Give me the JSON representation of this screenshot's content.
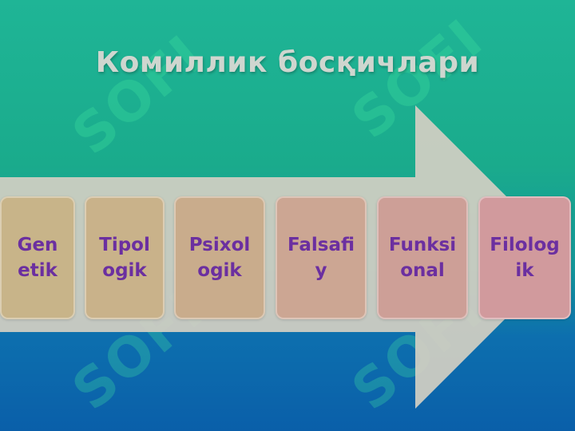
{
  "slide": {
    "title": "Комиллик босқичлари",
    "watermark_text": "SOFI",
    "stages": [
      {
        "label": "Genetik",
        "color": "#c8b489"
      },
      {
        "label": "Tipologik",
        "color": "#c9b28a"
      },
      {
        "label": "Psixologik",
        "color": "#c9ac8c"
      },
      {
        "label": "Falsafiy",
        "color": "#cca693"
      },
      {
        "label": "Funksional",
        "color": "#cd9f97"
      },
      {
        "label": "Filologik",
        "color": "#d19a9d"
      }
    ],
    "colors": {
      "title": "#cfd6cf",
      "label_text": "#6b2fa0",
      "arrow": "#d2cfc3",
      "background_top": "#1fb596",
      "background_bottom": "#0a5fa9"
    }
  }
}
